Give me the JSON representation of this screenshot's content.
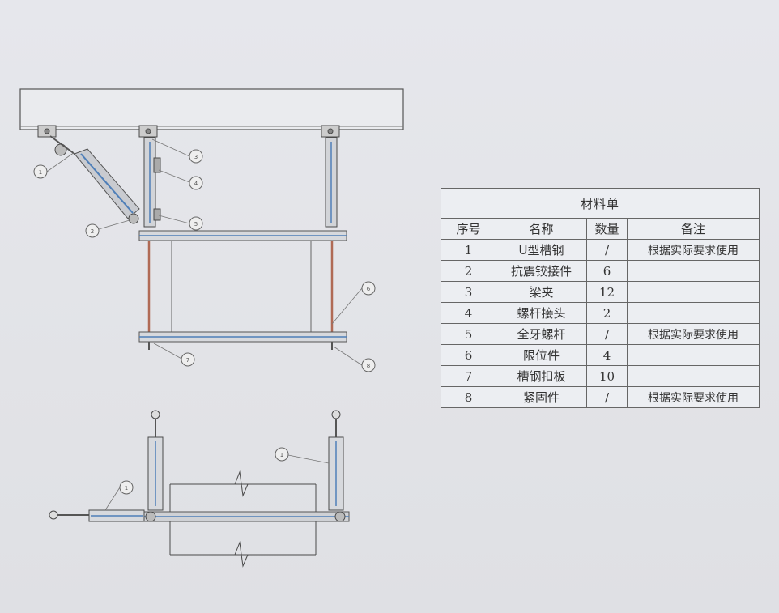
{
  "bom": {
    "title": "材料单",
    "headers": [
      "序号",
      "名称",
      "数量",
      "备注"
    ],
    "rows": [
      {
        "no": "1",
        "name": "U型槽钢",
        "qty": "/",
        "remark": "根据实际要求使用"
      },
      {
        "no": "2",
        "name": "抗震铰接件",
        "qty": "6",
        "remark": ""
      },
      {
        "no": "3",
        "name": "梁夹",
        "qty": "12",
        "remark": ""
      },
      {
        "no": "4",
        "name": "螺杆接头",
        "qty": "2",
        "remark": ""
      },
      {
        "no": "5",
        "name": "全牙螺杆",
        "qty": "/",
        "remark": "根据实际要求使用"
      },
      {
        "no": "6",
        "name": "限位件",
        "qty": "4",
        "remark": ""
      },
      {
        "no": "7",
        "name": "槽钢扣板",
        "qty": "10",
        "remark": ""
      },
      {
        "no": "8",
        "name": "紧固件",
        "qty": "/",
        "remark": "根据实际要求使用"
      }
    ]
  },
  "callouts_front": [
    "1",
    "2",
    "3",
    "4",
    "5",
    "6",
    "7",
    "8"
  ],
  "callouts_plan": [
    "1",
    "1"
  ],
  "colors": {
    "line": "#4a4a4a",
    "accent": "#4f7fb8",
    "rod": "#b06a55"
  }
}
